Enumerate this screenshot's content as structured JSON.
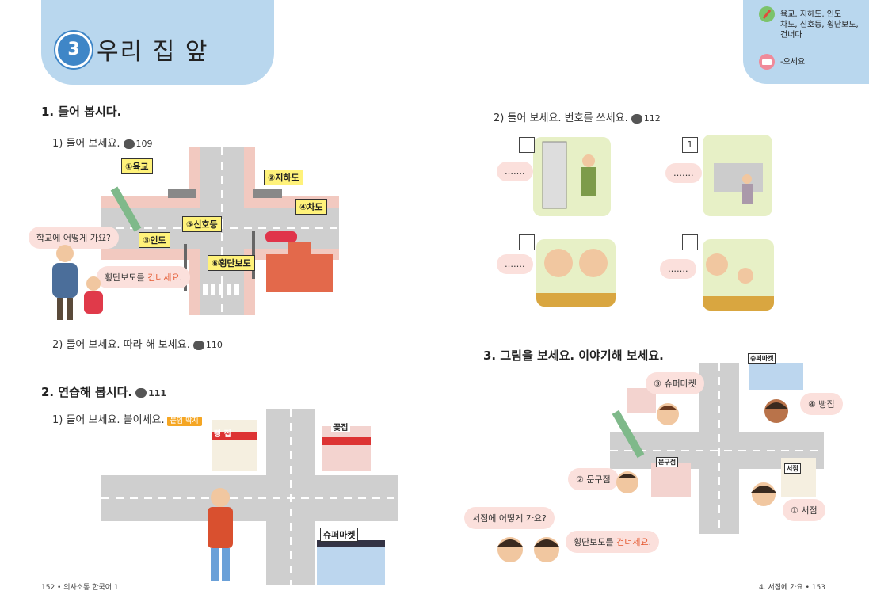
{
  "header": {
    "lesson_number": "3",
    "lesson_title": "우리 집 앞"
  },
  "vocab": {
    "words": [
      "육교, 지하도, 인도",
      "차도, 신호등, 횡단보도,",
      "건너다"
    ],
    "grammar": "-으세요"
  },
  "section1": {
    "title": "1. 들어 봅시다.",
    "q1": {
      "label": "1) 들어 보세요.",
      "track": "109"
    },
    "q2": {
      "label": "2) 들어 보세요. 따라 해 보세요.",
      "track": "110"
    },
    "tags": {
      "overpass": "①육교",
      "underpass": "②지하도",
      "sidewalk": "③인도",
      "roadway": "④차도",
      "signal": "⑤신호등",
      "crosswalk": "⑥횡단보도"
    },
    "bubble_q": "학교에 어떻게 가요?",
    "bubble_a_pre": "횡단보도를 ",
    "bubble_a_hl": "건너세요",
    "bubble_a_post": "."
  },
  "section2": {
    "title": "2. 연습해 봅시다.",
    "track": "111",
    "q1": {
      "label": "1) 들어 보세요. 붙이세요.",
      "badge": "붙임 딱지"
    },
    "shops": {
      "bakery": "빵 집",
      "flower": "꽃집",
      "supermarket": "슈퍼마켓"
    }
  },
  "right_q2": {
    "label": "2) 들어 보세요. 번호를 쓰세요.",
    "track": "112",
    "boxes": [
      "",
      "1",
      "",
      ""
    ],
    "ellipsis": "……."
  },
  "section3": {
    "title": "3. 그림을 보세요. 이야기해 보세요.",
    "labels": {
      "supermarket": "③ 슈퍼마켓",
      "bakery": "④ 빵집",
      "stationery": "② 문구점",
      "bookstore": "① 서점"
    },
    "signs": {
      "supermarket": "슈퍼마켓",
      "stationery": "문구점",
      "bookstore": "서점"
    },
    "bubble_q": "서점에 어떻게 가요?",
    "bubble_a_pre": "횡단보도를 ",
    "bubble_a_hl": "건너세요",
    "bubble_a_post": "."
  },
  "footer": {
    "left": "152 • 의사소통 한국어 1",
    "right": "4. 서점에 가요 • 153"
  },
  "colors": {
    "accent": "#3f86c7",
    "tab": "#b9d7ee",
    "bubble": "#fbe0dc",
    "highlight": "#e4572e",
    "tag": "#fff27a"
  }
}
